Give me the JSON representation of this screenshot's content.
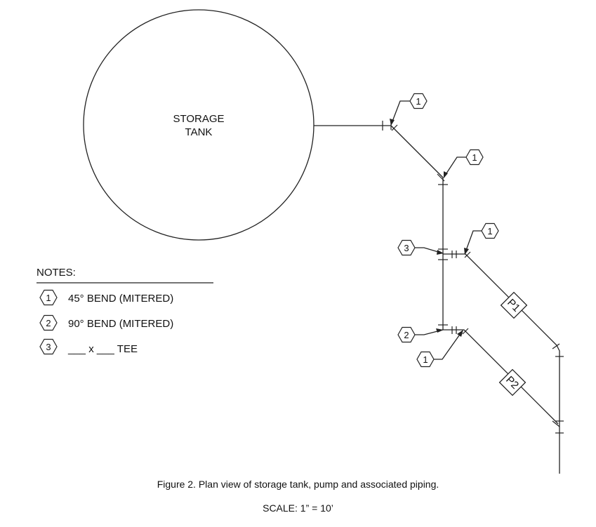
{
  "tank": {
    "label_line1": "STORAGE",
    "label_line2": "TANK"
  },
  "callouts": {
    "c1a": "1",
    "c1b": "1",
    "c1c": "1",
    "c1d": "1",
    "c3": "3",
    "c2": "2"
  },
  "pumps": {
    "p1": "P1",
    "p2": "P2"
  },
  "notes": {
    "heading": "NOTES:",
    "items": [
      {
        "symbol": "1",
        "text": "45° BEND (MITERED)"
      },
      {
        "symbol": "2",
        "text": "90° BEND (MITERED)"
      },
      {
        "symbol": "3",
        "text": "___ x ___ TEE"
      }
    ]
  },
  "caption": {
    "title": "Figure 2.  Plan view of storage tank, pump and associated piping.",
    "scale": "SCALE: 1” = 10’"
  }
}
